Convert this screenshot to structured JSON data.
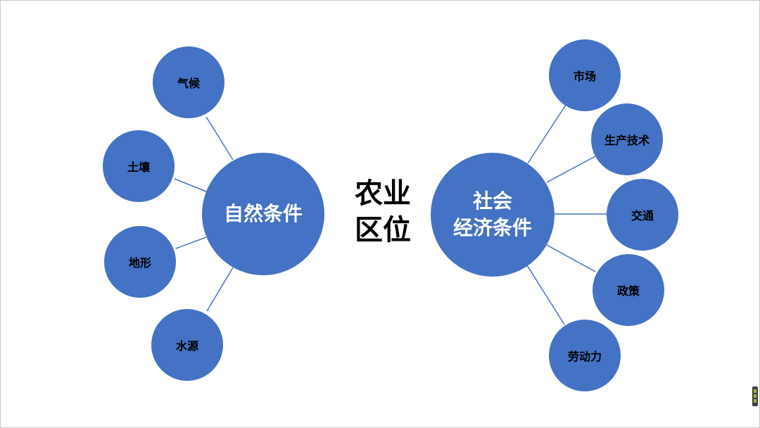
{
  "center_title": [
    "农业",
    "区位"
  ],
  "left_hub": {
    "label": "自然条件"
  },
  "left_nodes": [
    "气候",
    "土壤",
    "地形",
    "水源"
  ],
  "right_hub": {
    "lines": [
      "社会",
      "经济条件"
    ]
  },
  "right_nodes": [
    "市场",
    "生产技术",
    "交通",
    "政策",
    "劳动力"
  ],
  "colors": {
    "node_fill": "#4472c4",
    "connector": "#4472c4",
    "hub_text": "#ffffff"
  }
}
